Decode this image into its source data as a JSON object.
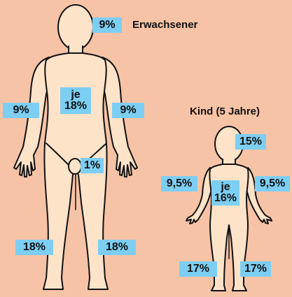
{
  "adult": {
    "title": "Erwachsener",
    "head": "9%",
    "arm_left": "9%",
    "arm_right": "9%",
    "torso_line1": "je",
    "torso_line2": "18%",
    "genital": "1%",
    "leg_left": "18%",
    "leg_right": "18%"
  },
  "child": {
    "title": "Kind (5 Jahre)",
    "head": "15%",
    "arm_left": "9,5%",
    "arm_right": "9,5%",
    "torso_line1": "je",
    "torso_line2": "16%",
    "leg_left": "17%",
    "leg_right": "17%"
  },
  "colors": {
    "background": "#f6c3a6",
    "skin": "#fde3c8",
    "label": "#7dcef3",
    "outline": "#111111"
  }
}
